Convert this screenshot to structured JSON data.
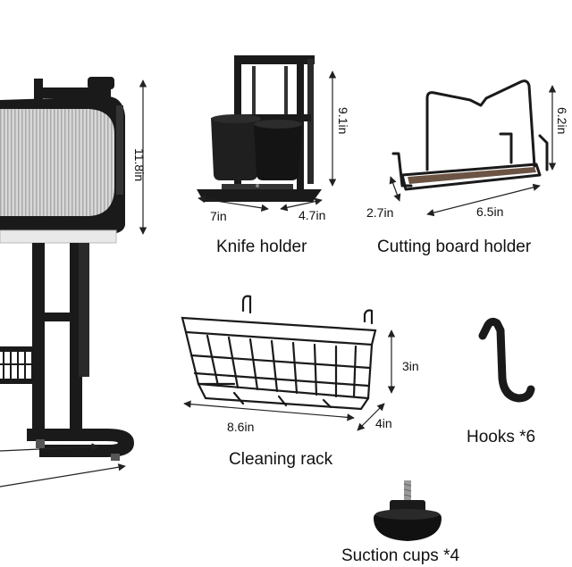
{
  "products": {
    "main_rack": {
      "height": "11.8in"
    },
    "knife_holder": {
      "caption": "Knife holder",
      "height": "9.1in",
      "width": "7in",
      "depth": "4.7in"
    },
    "cutting_board_holder": {
      "caption": "Cutting board holder",
      "height": "6.2in",
      "depth": "2.7in",
      "width": "6.5in"
    },
    "cleaning_rack": {
      "caption": "Cleaning rack",
      "height": "3in",
      "width": "8.6in",
      "depth": "4in"
    },
    "hooks": {
      "caption": "Hooks *6"
    },
    "suction_cups": {
      "caption": "Suction cups *4"
    }
  },
  "colors": {
    "product": "#1a1a1a",
    "dimension_line": "#222222",
    "tray": "#6b5444",
    "rack_panel": "#cfcfcf",
    "background": "#ffffff"
  }
}
